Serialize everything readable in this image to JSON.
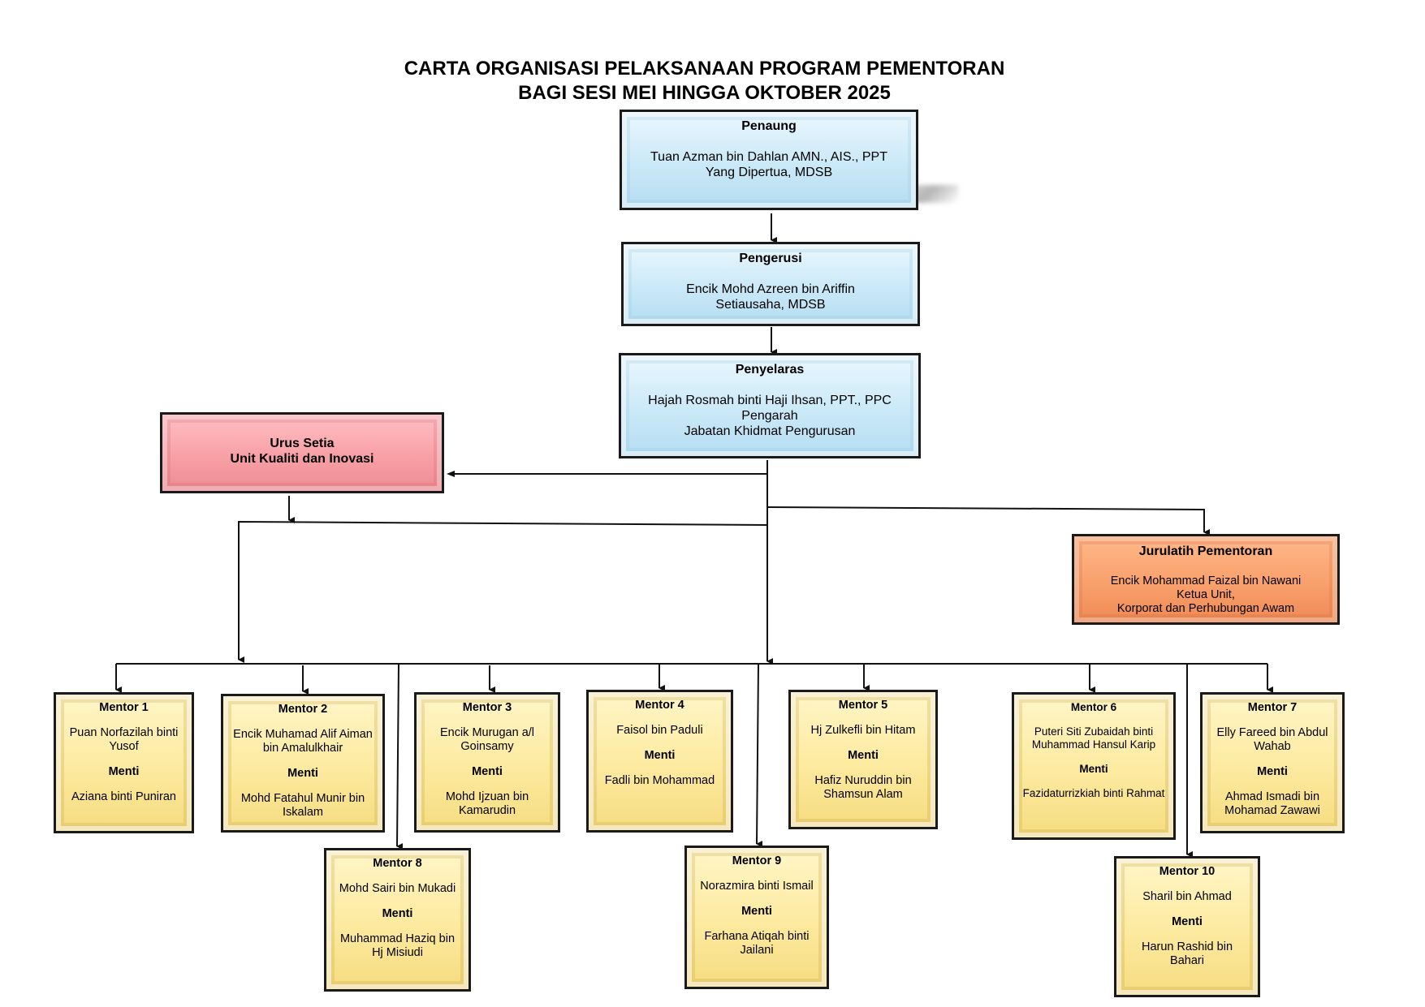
{
  "title": {
    "line1": "CARTA ORGANISASI PELAKSANAAN PROGRAM PEMENTORAN",
    "line2": "BAGI SESI MEI HINGGA OKTOBER 2025"
  },
  "penaung": {
    "heading": "Penaung",
    "name": "Tuan Azman bin Dahlan AMN., AIS., PPT",
    "position": "Yang Dipertua, MDSB"
  },
  "pengerusi": {
    "heading": "Pengerusi",
    "name": "Encik Mohd Azreen bin Ariffin",
    "position": "Setiausaha, MDSB"
  },
  "penyelaras": {
    "heading": "Penyelaras",
    "name": "Hajah Rosmah binti Haji Ihsan, PPT., PPC",
    "position": "Pengarah",
    "department": "Jabatan Khidmat Pengurusan"
  },
  "urus_setia": {
    "heading": "Urus Setia",
    "unit": "Unit Kualiti dan Inovasi"
  },
  "jurulatih": {
    "heading": "Jurulatih Pementoran",
    "name": "Encik Mohammad Faizal bin Nawani",
    "position": "Ketua Unit,",
    "unit": "Korporat dan Perhubungan Awam"
  },
  "menti_label": "Menti",
  "mentors": [
    {
      "label": "Mentor 1",
      "name": "Puan Norfazilah binti Yusof",
      "menti": "Aziana binti Puniran"
    },
    {
      "label": "Mentor 2",
      "name": "Encik Muhamad Alif Aiman bin Amalulkhair",
      "menti": "Mohd Fatahul Munir bin Iskalam"
    },
    {
      "label": "Mentor 3",
      "name": "Encik Murugan a/l Goinsamy",
      "menti": "Mohd Ijzuan bin Kamarudin"
    },
    {
      "label": "Mentor 4",
      "name": "Faisol bin Paduli",
      "menti": "Fadli bin Mohammad"
    },
    {
      "label": "Mentor 5",
      "name": "Hj Zulkefli bin Hitam",
      "menti": "Hafiz Nuruddin bin Shamsun Alam"
    },
    {
      "label": "Mentor 6",
      "name": "Puteri Siti Zubaidah binti Muhammad Hansul Karip",
      "menti": "Fazidaturrizkiah binti Rahmat"
    },
    {
      "label": "Mentor 7",
      "name": "Elly Fareed bin Abdul Wahab",
      "menti": "Ahmad Ismadi bin Mohamad Zawawi"
    },
    {
      "label": "Mentor 8",
      "name": "Mohd Sairi bin Mukadi",
      "menti": "Muhammad Haziq bin Hj Misiudi"
    },
    {
      "label": "Mentor 9",
      "name": "Norazmira binti Ismail",
      "menti": "Farhana Atiqah binti Jailani"
    },
    {
      "label": "Mentor 10",
      "name": "Sharil bin Ahmad",
      "menti": "Harun Rashid bin Bahari"
    }
  ]
}
